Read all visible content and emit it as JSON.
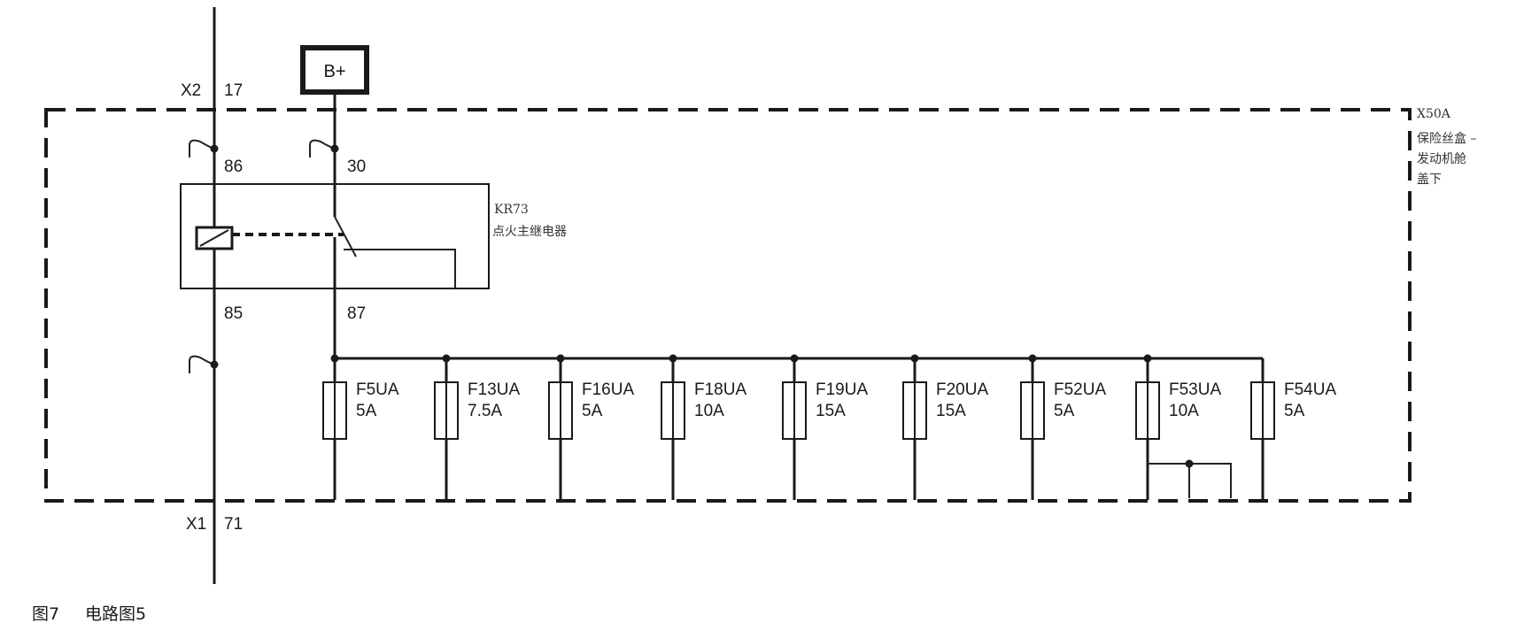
{
  "supply": {
    "label": "B+"
  },
  "connectors": {
    "x2": {
      "name": "X2",
      "pin": "17"
    },
    "x1": {
      "name": "X1",
      "pin": "71"
    }
  },
  "relay": {
    "code": "KR73",
    "name": "点火主继电器",
    "pins": {
      "p86": "86",
      "p30": "30",
      "p85": "85",
      "p87": "87"
    }
  },
  "fuse_box": {
    "code": "X50A",
    "name_lines": [
      "保险丝盒 –",
      "发动机舱",
      "盖下"
    ]
  },
  "fuses": [
    {
      "name": "F5UA",
      "rating": "5A"
    },
    {
      "name": "F13UA",
      "rating": "7.5A"
    },
    {
      "name": "F16UA",
      "rating": "5A"
    },
    {
      "name": "F18UA",
      "rating": "10A"
    },
    {
      "name": "F19UA",
      "rating": "15A"
    },
    {
      "name": "F20UA",
      "rating": "15A"
    },
    {
      "name": "F52UA",
      "rating": "5A"
    },
    {
      "name": "F53UA",
      "rating": "10A"
    },
    {
      "name": "F54UA",
      "rating": "5A"
    }
  ],
  "caption": {
    "figure": "图7",
    "title": "电路图5"
  }
}
